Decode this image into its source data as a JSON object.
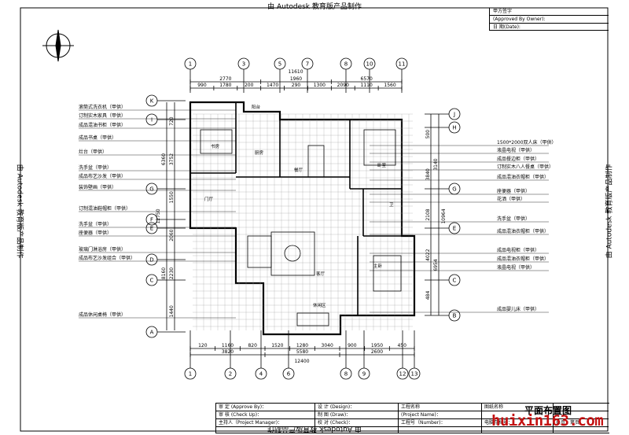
{
  "edge_text": "由 Autodesk 教育版产品制作",
  "corner_block": {
    "owner": "甲方签字",
    "approved": "(Approved By Owner):",
    "date": "日  期(Date):"
  },
  "axes_top": [
    "1",
    "3",
    "5",
    "7",
    "8",
    "10",
    "11"
  ],
  "axes_bottom": [
    "1",
    "2",
    "4",
    "6",
    "8",
    "9",
    "12",
    "13"
  ],
  "axes_left": [
    "K",
    "I",
    "G",
    "F",
    "E",
    "D",
    "C",
    "A"
  ],
  "axes_right": [
    "J",
    "H",
    "G",
    "E",
    "C",
    "B"
  ],
  "dims": {
    "top_total": "11610",
    "top_row1": [
      "2770",
      "1960",
      "6570"
    ],
    "top_row2": [
      "990",
      "1780",
      "200",
      "1470",
      "290",
      "1300",
      "2090",
      "1110",
      "1560"
    ],
    "bottom_row1": [
      "120",
      "1160",
      "820",
      "1520",
      "1280",
      "3040",
      "900",
      "1950",
      "450"
    ],
    "bottom_row2": [
      "3820",
      "5580",
      "2600"
    ],
    "bottom_total": "12400",
    "left_row1": [
      "720",
      "3752",
      "1550",
      "2060",
      "2230",
      "1440"
    ],
    "left_row2": [
      "6360",
      "8160"
    ],
    "left_total": "12750",
    "right_row1": [
      "500",
      "3840",
      "2108",
      "4022",
      "484"
    ],
    "right_row2": [
      "3140",
      "6954"
    ],
    "right_total": "10964"
  },
  "rooms": {
    "study": "书房",
    "kitchen": "厨房",
    "dining": "餐厅",
    "master": "卧室",
    "lobby": "门厅",
    "living": "客厅",
    "bath": "卫",
    "bedroom": "主卧",
    "leisure": "休闲区",
    "balcony": "阳台"
  },
  "left_notes": [
    "滚筒式洗衣机（甲供）",
    "订制实木家具（甲供）",
    "成品混油书柜（甲供）",
    "成品书桌（甲供）",
    "灶台（甲供）",
    "洗手盆（甲供）",
    "成品布艺沙发（甲供）",
    "装饰壁画（甲供）",
    "订制混油鞋帽柜（甲供）",
    "洗手盆（甲供）",
    "座便器（甲供）",
    "玻璃门淋浴房（甲供）",
    "成品布艺沙发组合（甲供）",
    "成品休闲桌椅（甲供）"
  ],
  "right_notes": [
    "1500*2000双人床（甲供）",
    "液晶电视（甲供）",
    "成品餐边柜（甲供）",
    "订制实木八人餐桌（甲供）",
    "成品混油衣帽柜（甲供）",
    "座便器（甲供）",
    "花洒（甲供）",
    "洗手盆（甲供）",
    "成品混油衣帽柜（甲供）",
    "成品电视柜（甲供）",
    "成品混油衣帽柜（甲供）",
    "液晶电视（甲供）",
    "成品婴儿床（甲供）"
  ],
  "title_block": {
    "c1": [
      "审  定  (Approve By)：",
      "审  核  (Check Up)：",
      "主持人（Project Manager)："
    ],
    "c2": [
      "设  计 (Design)：",
      "制  图 (Draw)：",
      "校  对 (Check)："
    ],
    "c3": [
      "工程名称",
      "(Project Name)：",
      "工程号（Number)："
    ],
    "c4": [
      "图纸名称",
      "",
      "电脑存档号："
    ],
    "c5": [
      "",
      "",
      "共页，第页"
    ]
  },
  "plan_title": "平面布置图",
  "watermark": "huixin163.com"
}
